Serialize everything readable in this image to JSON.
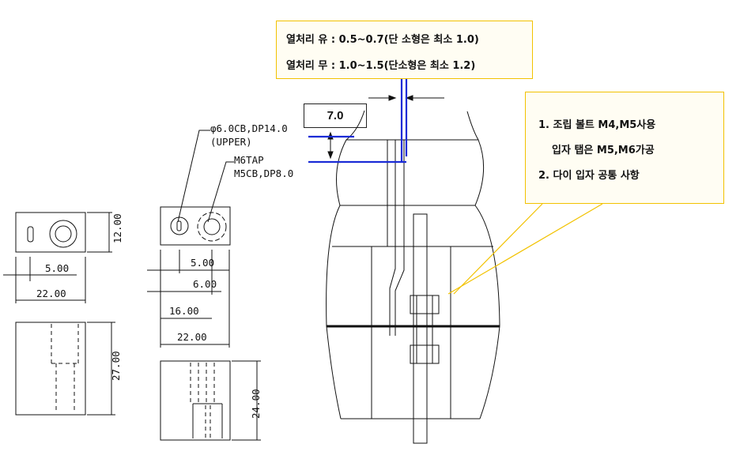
{
  "callouts": {
    "top": {
      "line1": "열처리 유 : 0.5~0.7(단 소형은 최소 1.0)",
      "line2": "열처리 무 : 1.0~1.5(단소형은 최소 1.2)"
    },
    "right": {
      "line1": "1. 조립 볼트 M4,M5사용",
      "line2": "입자 탭은 M5,M6가공",
      "line3": "2. 다이 입자 공통 사항"
    },
    "gap_value": "7.0"
  },
  "left_part": {
    "height_dim": "12.00",
    "offset_dim": "5.00",
    "width_dim": "22.00",
    "side_height_dim": "27.00"
  },
  "middle_part": {
    "cb_note": "φ6.0CB,DP14.0",
    "cb_note2": "(UPPER)",
    "tap_note": "M6TAP",
    "tap_note2": "M5CB,DP8.0",
    "dim1": "5.00",
    "dim2": "6.00",
    "dim3": "16.00",
    "width_dim": "22.00",
    "side_height_dim": "24.00"
  },
  "colors": {
    "callout_border": "#f2c200",
    "callout_fill": "#fffdf3",
    "accent_blue": "#1a2bd6",
    "leader_yellow": "#f2c200"
  }
}
